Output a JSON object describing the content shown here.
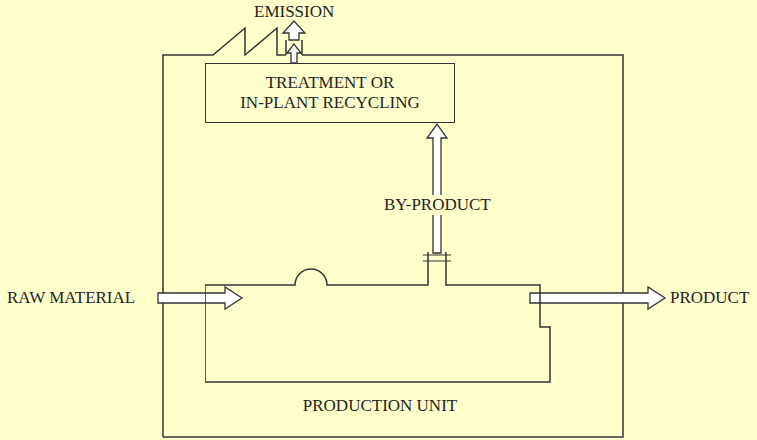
{
  "diagram": {
    "nodes": [
      {
        "text": [
          "PRODUCTION UNIT"
        ]
      },
      {
        "text": [
          "TREATMENT OR IN-PLANT RECYCLING"
        ]
      }
    ],
    "edges": [
      {
        "from": 0,
        "to": 1,
        "arrow": "to",
        "label": "BY-PRODUCT"
      }
    ],
    "labels": [
      "EMISSION",
      "RAW MATERIAL",
      "PRODUCT"
    ]
  }
}
